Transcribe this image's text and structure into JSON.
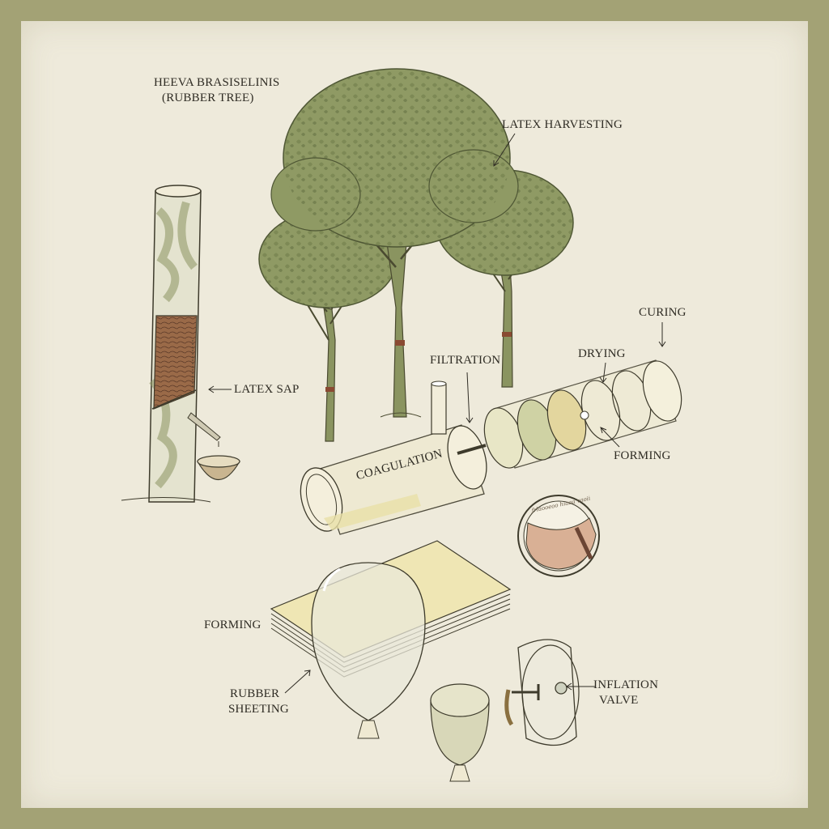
{
  "colors": {
    "border": "#a3a275",
    "paper": "#eeeadb",
    "foliage": "#8f9a64",
    "bark": "#7f8a56",
    "tapped_bark": "#8a5a3e",
    "ink": "#2f2c24",
    "latex_fill": "#e9e0a8"
  },
  "labels": {
    "tree_name_line1": "HEEVA BRASISELINIS",
    "tree_name_line2": "(RUBBER TREE)",
    "latex_harvesting": "LATEX HARVESTING",
    "latex_sap": "LATEX SAP",
    "curing": "CURING",
    "drying": "DRYING",
    "filtration": "FILTRATION",
    "coagulation": "COAGULATION",
    "forming_top": "FORMING",
    "forming_left": "FORMING",
    "rubber_sheeting_line1": "RUBBER",
    "rubber_sheeting_line2": "SHEETING",
    "inflation_valve_line1": "INFLATION",
    "inflation_valve_line2": "VALVE",
    "cross_section_caption": "ƒrlaooeoo hiaaa vaoii"
  }
}
